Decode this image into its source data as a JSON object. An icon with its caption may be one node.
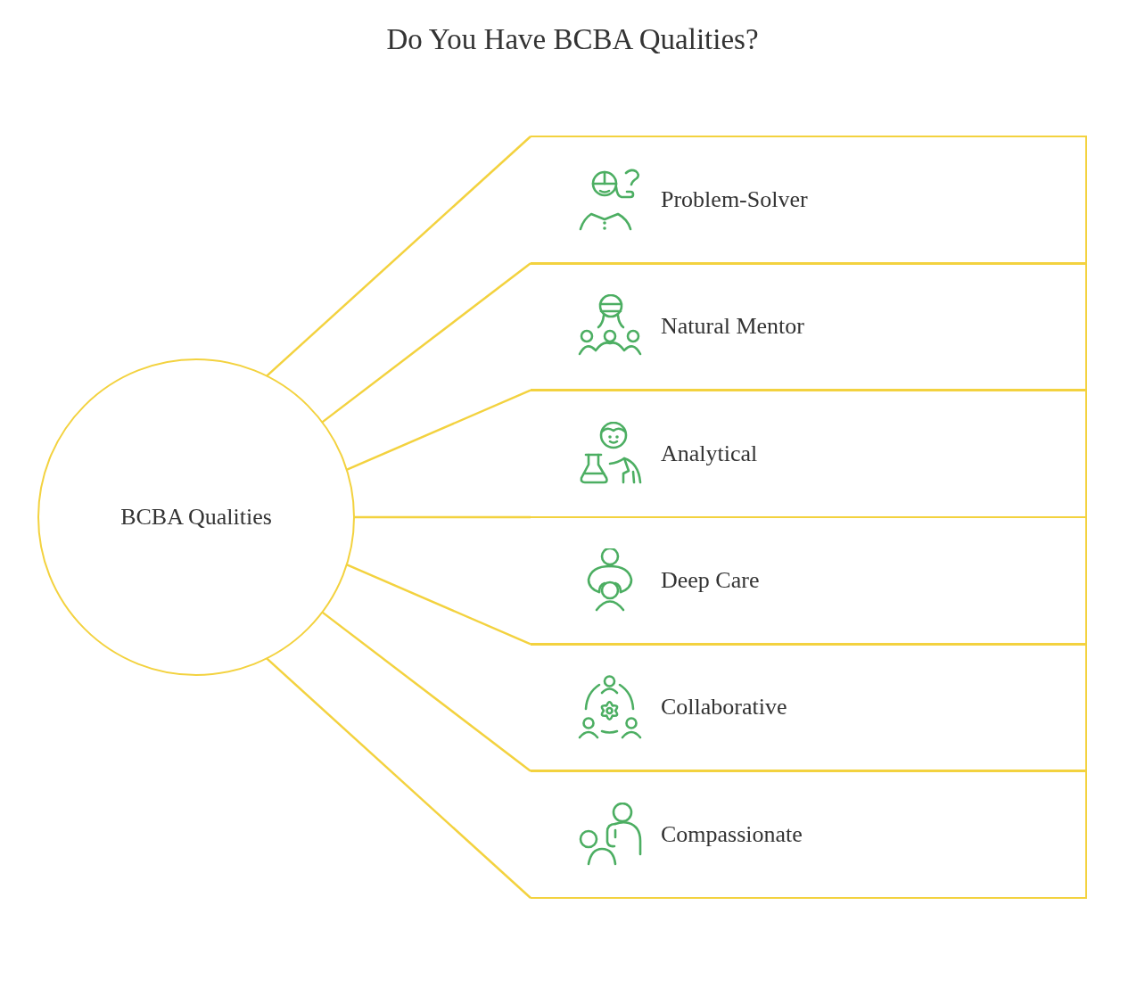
{
  "diagram": {
    "title": "Do You Have BCBA Qualities?",
    "nodes": [
      {
        "text": [
          "BCBA Qualities"
        ]
      },
      {
        "text": [
          "Problem-Solver"
        ]
      },
      {
        "text": [
          "Natural Mentor"
        ]
      },
      {
        "text": [
          "Analytical"
        ]
      },
      {
        "text": [
          "Deep Care"
        ]
      },
      {
        "text": [
          "Collaborative"
        ]
      },
      {
        "text": [
          "Compassionate"
        ]
      }
    ],
    "edges": [
      {
        "from": 0,
        "to": 1,
        "arrow": "none"
      },
      {
        "from": 0,
        "to": 2,
        "arrow": "none"
      },
      {
        "from": 0,
        "to": 3,
        "arrow": "none"
      },
      {
        "from": 0,
        "to": 4,
        "arrow": "none"
      },
      {
        "from": 0,
        "to": 5,
        "arrow": "none"
      },
      {
        "from": 0,
        "to": 6,
        "arrow": "none"
      },
      {
        "from": 0,
        "to": 6,
        "arrow": "none"
      }
    ]
  }
}
